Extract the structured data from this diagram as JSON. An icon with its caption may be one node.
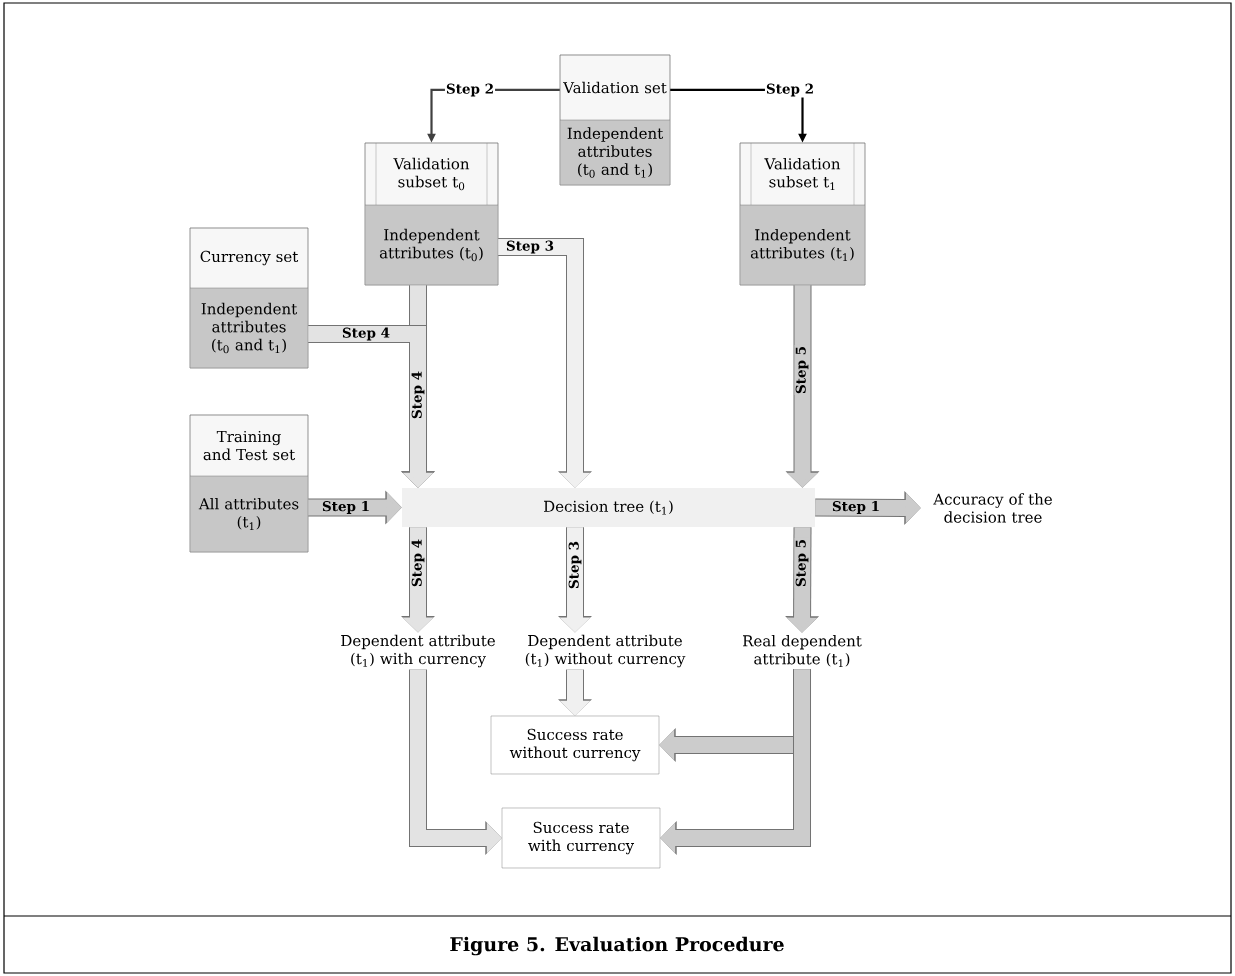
{
  "diagram": {
    "caption": "Figure 5. Evaluation Procedure",
    "nodes": [
      {
        "text": [
          "Validation set",
          "Independent attributes (t$_{0}$ and t$_{1}$)"
        ]
      },
      {
        "text": [
          "Validation subset t$_{0}$",
          "Independent attributes (t$_{0}$)"
        ]
      },
      {
        "text": [
          "Validation subset t$_{1}$",
          "Independent attributes (t$_{1}$)"
        ]
      },
      {
        "text": [
          "Currency set",
          "Independent attributes (t$_{0}$ and t$_{1}$)"
        ]
      },
      {
        "text": [
          "Training and Test set",
          "All attributes (t$_{1}$)"
        ]
      },
      {
        "text": [
          "Decision tree (t$_{1}$)"
        ]
      },
      {
        "text": [
          "Accuracy of the decision tree"
        ]
      },
      {
        "text": [
          "Dependent attribute (t$_{1}$) with currency"
        ]
      },
      {
        "text": [
          "Dependent attribute (t$_{1}$) without currency"
        ]
      },
      {
        "text": [
          "Real dependent attribute (t$_{1}$)"
        ]
      },
      {
        "text": [
          "Success rate without currency"
        ]
      },
      {
        "text": [
          "Success rate with currency"
        ]
      }
    ],
    "edges": [
      {
        "from": 0,
        "to": 1,
        "arrow": "to",
        "label": "Step 2",
        "color": "#404040"
      },
      {
        "from": 0,
        "to": 2,
        "arrow": "to",
        "label": "Step 2",
        "color": "#000000"
      },
      {
        "from": 1,
        "to": 5,
        "arrow": "to",
        "label": "Step 4",
        "color": "#e3e3e3"
      },
      {
        "from": 3,
        "to": 5,
        "arrow": "to",
        "label": "Step 4",
        "color": "#e3e3e3"
      },
      {
        "from": 1,
        "to": 5,
        "arrow": "to",
        "label": "Step 3",
        "color": "#f0f0f0"
      },
      {
        "from": 2,
        "to": 5,
        "arrow": "to",
        "label": "Step 5"
      },
      {
        "from": 4,
        "to": 5,
        "arrow": "to",
        "label": "Step 1"
      },
      {
        "from": 5,
        "to": 6,
        "arrow": "to",
        "label": "Step 1"
      },
      {
        "from": 5,
        "to": 7,
        "arrow": "to",
        "label": "Step 4",
        "color": "#e3e3e3"
      },
      {
        "from": 5,
        "to": 8,
        "arrow": "to",
        "label": "Step 3",
        "color": "#f0f0f0"
      },
      {
        "from": 5,
        "to": 9,
        "arrow": "to",
        "label": "Step 5"
      },
      {
        "from": 8,
        "to": 10,
        "arrow": "to",
        "color": "#f0f0f0"
      },
      {
        "from": 9,
        "to": 10,
        "arrow": "to"
      },
      {
        "from": 9,
        "to": 11,
        "arrow": "to"
      },
      {
        "from": 7,
        "to": 11,
        "arrow": "to",
        "color": "#e3e3e3"
      }
    ]
  }
}
